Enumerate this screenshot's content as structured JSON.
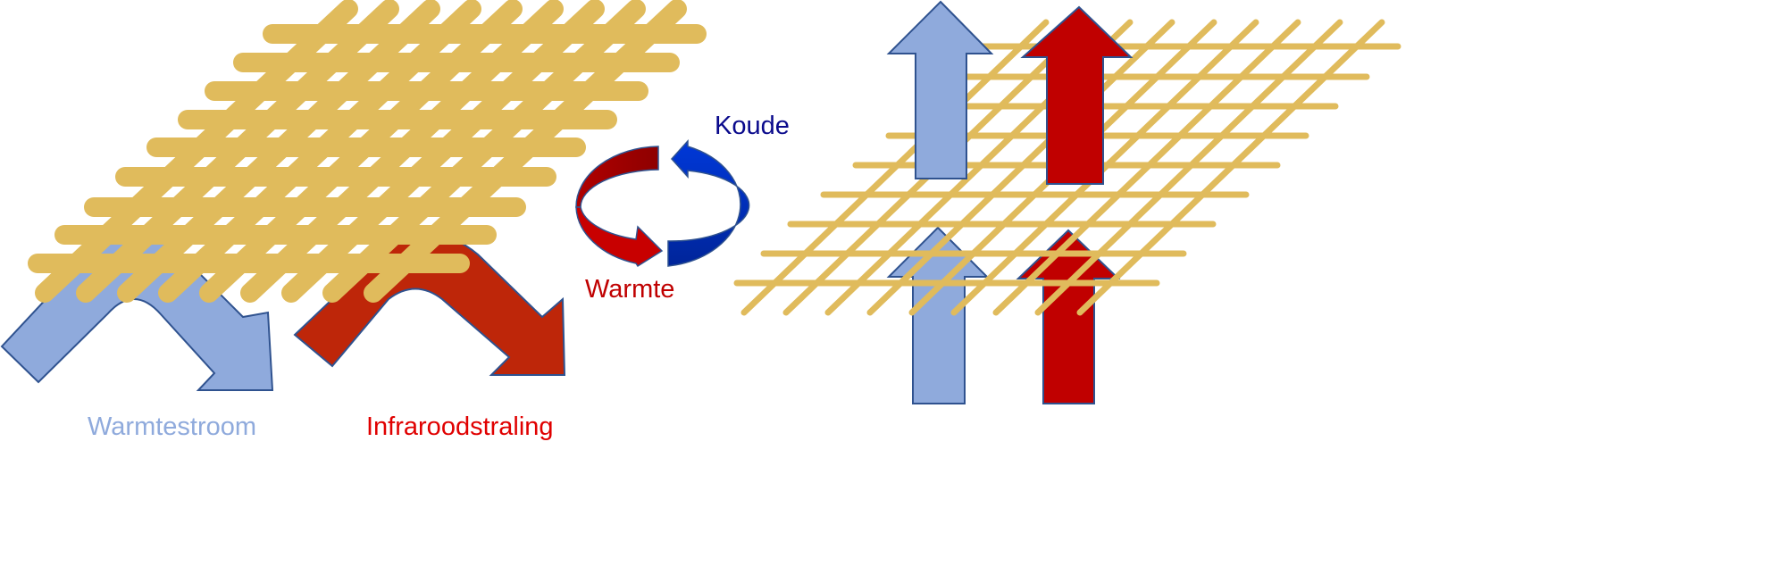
{
  "labels": {
    "heat_flow": "Warmtestroom",
    "infrared": "Infraroodstraling",
    "cold": "Koude",
    "heat": "Warmte"
  },
  "colors": {
    "mesh": "#E0BB5C",
    "blue_arrow": "#8FAADC",
    "red_arrow_left": "#BE2609",
    "red_arrow_right": "#C00000",
    "outline": "#2F528F",
    "heat_flow_text": "#8FAADC",
    "infrared_text": "#E00000",
    "cold_text": "#0A0A8C",
    "heat_text": "#C00000"
  }
}
